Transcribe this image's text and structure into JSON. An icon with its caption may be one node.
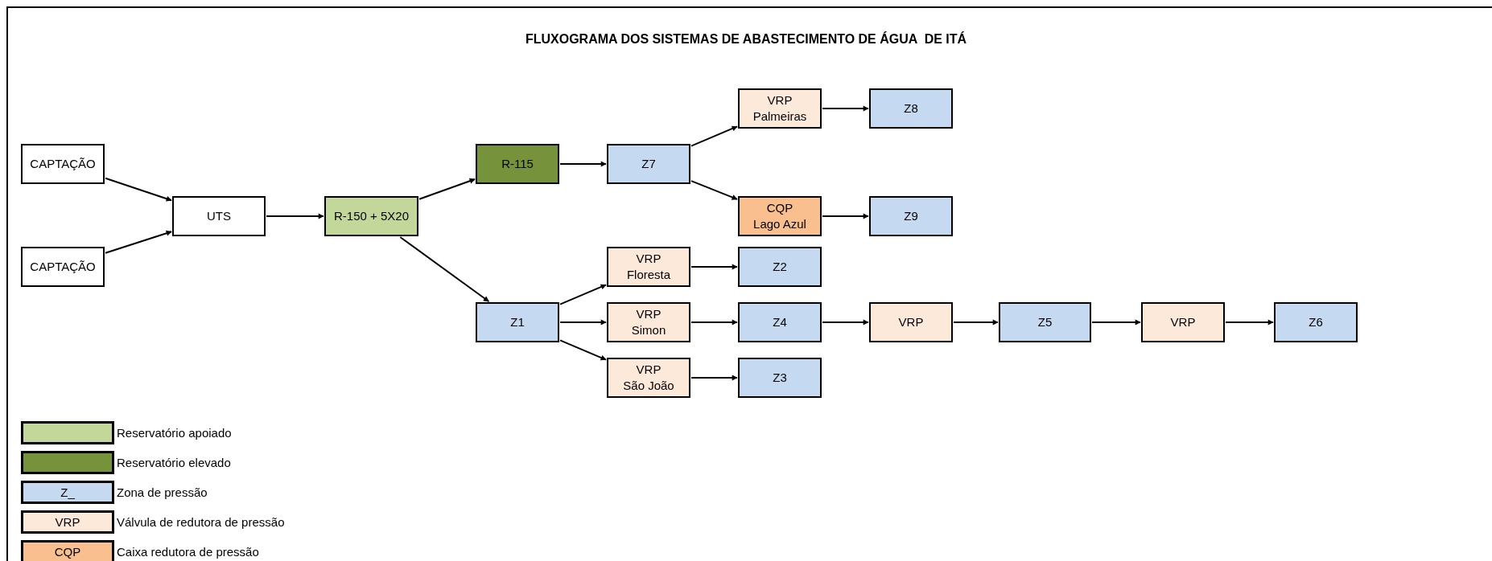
{
  "diagram": {
    "title": "FLUXOGRAMA DOS SISTEMAS DE ABASTECIMENTO DE ÁGUA  DE ITÁ",
    "nodes": [
      {
        "text": [
          "CAPTAÇÃO"
        ]
      },
      {
        "text": [
          "CAPTAÇÃO"
        ]
      },
      {
        "text": [
          "UTS"
        ]
      },
      {
        "text": [
          "R-150 + 5X20"
        ]
      },
      {
        "text": [
          "R-115"
        ]
      },
      {
        "text": [
          "Z7"
        ]
      },
      {
        "text": [
          "VRP",
          "Palmeiras"
        ]
      },
      {
        "text": [
          "Z8"
        ]
      },
      {
        "text": [
          "CQP",
          "Lago Azul"
        ]
      },
      {
        "text": [
          "Z9"
        ]
      },
      {
        "text": [
          "VRP",
          "Floresta"
        ]
      },
      {
        "text": [
          "Z2"
        ]
      },
      {
        "text": [
          "Z1"
        ]
      },
      {
        "text": [
          "VRP",
          "Simon"
        ]
      },
      {
        "text": [
          "Z4"
        ]
      },
      {
        "text": [
          "VRP"
        ]
      },
      {
        "text": [
          "Z5"
        ]
      },
      {
        "text": [
          "VRP"
        ]
      },
      {
        "text": [
          "Z6"
        ]
      },
      {
        "text": [
          "VRP",
          "São João"
        ]
      },
      {
        "text": [
          "Z3"
        ]
      }
    ],
    "edges": [
      {
        "from": 0,
        "to": 2,
        "arrow": "to"
      },
      {
        "from": 1,
        "to": 2,
        "arrow": "to"
      },
      {
        "from": 2,
        "to": 3,
        "arrow": "to"
      },
      {
        "from": 3,
        "to": 4,
        "arrow": "to"
      },
      {
        "from": 3,
        "to": 12,
        "arrow": "to"
      },
      {
        "from": 4,
        "to": 5,
        "arrow": "to"
      },
      {
        "from": 5,
        "to": 6,
        "arrow": "to"
      },
      {
        "from": 5,
        "to": 8,
        "arrow": "to"
      },
      {
        "from": 6,
        "to": 7,
        "arrow": "to"
      },
      {
        "from": 8,
        "to": 9,
        "arrow": "to"
      },
      {
        "from": 12,
        "to": 10,
        "arrow": "to"
      },
      {
        "from": 12,
        "to": 13,
        "arrow": "to"
      },
      {
        "from": 12,
        "to": 19,
        "arrow": "to"
      },
      {
        "from": 10,
        "to": 11,
        "arrow": "to"
      },
      {
        "from": 13,
        "to": 14,
        "arrow": "to"
      },
      {
        "from": 19,
        "to": 20,
        "arrow": "to"
      },
      {
        "from": 14,
        "to": 15,
        "arrow": "to"
      },
      {
        "from": 15,
        "to": 16,
        "arrow": "to"
      },
      {
        "from": 16,
        "to": 17,
        "arrow": "to"
      },
      {
        "from": 17,
        "to": 18,
        "arrow": "to"
      }
    ],
    "labels": [
      "Z_",
      "VRP",
      "CQP"
    ],
    "legend": [
      {
        "text": "Reservatório apoiado",
        "color": "#c4d79b"
      },
      {
        "text": "Reservatório elevado",
        "color": "#76933c"
      },
      {
        "text": "Zona de pressão",
        "color": "#c5d9f1"
      },
      {
        "text": "Válvula de redutora de pressão",
        "color": "#fde9d9"
      },
      {
        "text": "Caixa redutora de pressão",
        "color": "#fabf8f"
      }
    ]
  }
}
